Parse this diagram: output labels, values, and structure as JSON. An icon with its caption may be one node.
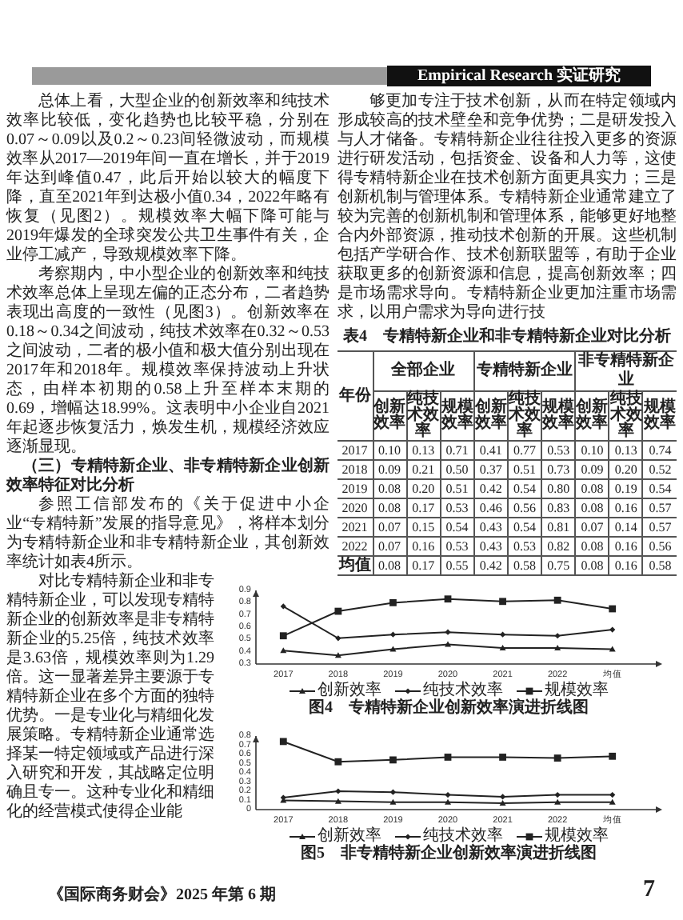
{
  "diagram": {
    "labels": [
      "Empirical Research 实证研究",
      "总体上看，大型企业的创新效率和纯技术效率比较低，变化趋势也比较平稳，分别在0.07～0.09以及0.2～0.23间轻微波动，而规模效率从2017—2019年间一直在增长，并于2019年达到峰值0.47，此后开始以较大的幅度下降，直至2021年到达极小值0.34，2022年略有恢复（见图2）。规模效率大幅下降可能与2019年爆发的全球突发公共卫生事件有关，企业停工减产，导致规模效率下降。",
      "考察期内，中小型企业的创新效率和纯技术效率总体上呈现左偏的正态分布，二者趋势表现出高度的一致性（见图3）。创新效率在0.18～0.34之间波动，纯技术效率在0.32～0.53之间波动，二者的极小值和极大值分别出现在2017年和2018年。规模效率保持波动上升状态，由样本初期的0.58上升至样本末期的0.69，增幅达18.99%。这表明中小企业自2021年起逐步恢复活力，焕发生机，规模经济效应逐渐显现。",
      "（三）专精特新企业、非专精特新企业创新效率特征对比分析",
      "参照工信部发布的《关于促进中小企业“专精特新”发展的指导意见》，将样本划分为专精特新企业和非专精特新企业，其创新效率统计如表4所示。",
      "对比专精特新企业和非专精特新企业，可以发现专精特新企业的创新效率是非专精特新企业的5.25倍，纯技术效率是3.63倍，规模效率则为1.29倍。这一显著差异主要源于专精特新企业在多个方面的独特优势。一是专业化与精细化发展策略。专精特新企业通常选择某一特定领域或产品进行深入研究和开发，其战略定位明确且专一。这种专业化和精细化的经营模式使得企业能",
      "够更加专注于技术创新，从而在特定领域内形成较高的技术壁垒和竞争优势；二是研发投入与人才储备。专精特新企业往往投入更多的资源进行研发活动，包括资金、设备和人力等，这使得专精特新企业在技术创新方面更具实力；三是创新机制与管理体系。专精特新企业通常建立了较为完善的创新机制和管理体系，能够更好地整合内外部资源，推动技术创新的开展。这些机制包括产学研合作、技术创新联盟等，有助于企业获取更多的创新资源和信息，提高创新效率；四是市场需求导向。专精特新企业更加注重市场需求，以用户需求为导向进行技",
      "表4　专精特新企业和非专精特新企业对比分析",
      "年份",
      "全部企业",
      "专精特新企业",
      "非专精特新企业",
      "创新效率",
      "纯技术效率",
      "规模效率",
      "创新效率",
      "纯技术效率",
      "规模效率",
      "创新效率",
      "纯技术效率",
      "规模效率",
      "2017",
      "0.10",
      "0.13",
      "0.71",
      "0.41",
      "0.77",
      "0.53",
      "0.10",
      "0.13",
      "0.74",
      "2018",
      "0.09",
      "0.21",
      "0.50",
      "0.37",
      "0.51",
      "0.73",
      "0.09",
      "0.20",
      "0.52",
      "2019",
      "0.08",
      "0.20",
      "0.51",
      "0.42",
      "0.54",
      "0.80",
      "0.08",
      "0.19",
      "0.54",
      "2020",
      "0.08",
      "0.17",
      "0.53",
      "0.46",
      "0.56",
      "0.83",
      "0.08",
      "0.16",
      "0.57",
      "2021",
      "0.07",
      "0.15",
      "0.54",
      "0.43",
      "0.54",
      "0.81",
      "0.07",
      "0.14",
      "0.57",
      "2022",
      "0.07",
      "0.16",
      "0.53",
      "0.43",
      "0.53",
      "0.82",
      "0.08",
      "0.16",
      "0.56",
      "均值",
      "0.08",
      "0.17",
      "0.55",
      "0.42",
      "0.58",
      "0.75",
      "0.08",
      "0.16",
      "0.58",
      "《国际商务财会》2025 年第 6 期",
      "7"
    ],
    "chart_data": [
      {
        "type": "line",
        "title": "图4　专精特新企业创新效率演进折线图",
        "categories": [
          "2017",
          "2018",
          "2019",
          "2020",
          "2021",
          "2022",
          "均值"
        ],
        "ylim": [
          0.3,
          0.9
        ],
        "yticks": [
          0.3,
          0.4,
          0.5,
          0.6,
          0.7,
          0.8,
          0.9
        ],
        "legend": "bottom",
        "series": [
          {
            "name": "创新效率",
            "color": "#222222",
            "marker": "triangle",
            "values": [
              0.41,
              0.37,
              0.42,
              0.46,
              0.43,
              0.43,
              0.42
            ]
          },
          {
            "name": "纯技术效率",
            "color": "#222222",
            "marker": "diamond",
            "values": [
              0.77,
              0.51,
              0.54,
              0.56,
              0.54,
              0.53,
              0.58
            ]
          },
          {
            "name": "规模效率",
            "color": "#222222",
            "marker": "square",
            "values": [
              0.53,
              0.73,
              0.8,
              0.83,
              0.81,
              0.82,
              0.75
            ]
          }
        ]
      },
      {
        "type": "line",
        "title": "图5　非专精特新企业创新效率演进折线图",
        "categories": [
          "2017",
          "2018",
          "2019",
          "2020",
          "2021",
          "2022",
          "均值"
        ],
        "ylim": [
          0,
          0.8
        ],
        "yticks": [
          0,
          0.1,
          0.2,
          0.3,
          0.4,
          0.5,
          0.6,
          0.7,
          0.8
        ],
        "legend": "bottom",
        "series": [
          {
            "name": "创新效率",
            "color": "#222222",
            "marker": "triangle",
            "values": [
              0.1,
              0.09,
              0.08,
              0.08,
              0.07,
              0.08,
              0.08
            ]
          },
          {
            "name": "纯技术效率",
            "color": "#222222",
            "marker": "diamond",
            "values": [
              0.13,
              0.2,
              0.19,
              0.16,
              0.14,
              0.16,
              0.16
            ]
          },
          {
            "name": "规模效率",
            "color": "#222222",
            "marker": "square",
            "values": [
              0.74,
              0.52,
              0.54,
              0.57,
              0.57,
              0.56,
              0.58
            ]
          }
        ]
      }
    ]
  }
}
